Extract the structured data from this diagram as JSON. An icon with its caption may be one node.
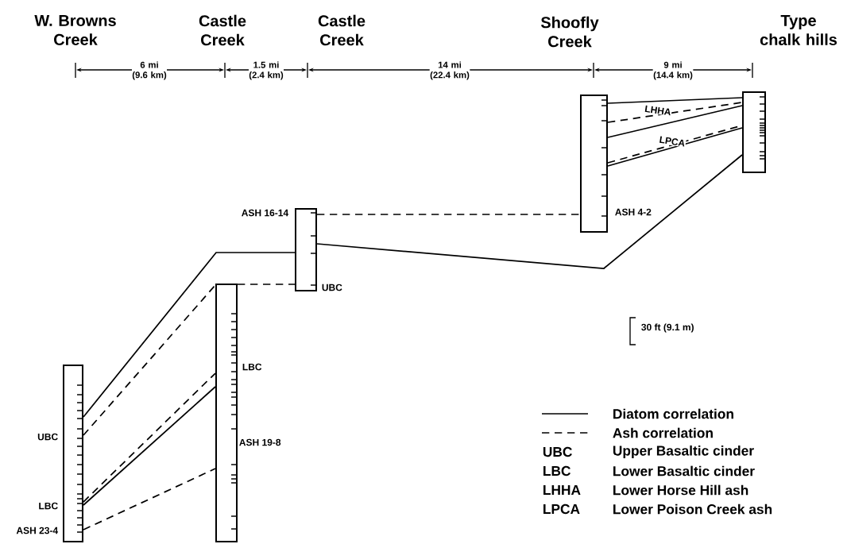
{
  "diagram": {
    "nodes": [
      {
        "text": [],
        "shape": "bar",
        "beside": [
          "UBC",
          "LBC",
          "ASH 23-4"
        ]
      },
      {
        "text": [],
        "shape": "bar",
        "beside": [
          "LBC",
          "ASH 19-8"
        ]
      },
      {
        "text": [],
        "shape": "bar",
        "beside": [
          "ASH 16-14",
          "UBC"
        ]
      },
      {
        "text": [],
        "shape": "bar",
        "beside": [
          "ASH 4-2"
        ]
      },
      {
        "text": [],
        "shape": "bar"
      }
    ],
    "edges": [
      {
        "from": 0,
        "to": 2,
        "arrow": "none"
      },
      {
        "from": 0,
        "to": 1,
        "arrow": "none",
        "style": "dashed"
      },
      {
        "from": 1,
        "to": 2,
        "arrow": "none",
        "style": "dashed"
      },
      {
        "from": 0,
        "to": 1,
        "arrow": "none",
        "style": "dashed"
      },
      {
        "from": 0,
        "to": 1,
        "arrow": "none"
      },
      {
        "from": 0,
        "to": 1,
        "arrow": "none",
        "style": "dashed"
      },
      {
        "from": 2,
        "to": 3,
        "arrow": "none",
        "style": "dashed"
      },
      {
        "from": 2,
        "to": 4,
        "arrow": "none"
      },
      {
        "from": 3,
        "to": 4,
        "arrow": "none"
      },
      {
        "from": 3,
        "to": 4,
        "arrow": "none",
        "style": "dashed",
        "label": "LHHA"
      },
      {
        "from": 3,
        "to": 4,
        "arrow": "none"
      },
      {
        "from": 3,
        "to": 4,
        "arrow": "none",
        "style": "dashed",
        "label": "LPCA"
      },
      {
        "from": 3,
        "to": 4,
        "arrow": "none"
      }
    ],
    "labels": [
      "W. Browns Creek",
      "Castle Creek",
      "Castle Creek",
      "Shoofly Creek",
      "Type chalk hills",
      "6 mi (9.6 km)",
      "1.5 mi (2.4 km)",
      "14 mi (22.4 km)",
      "9 mi (14.4 km)",
      "30 ft (9.1 m)",
      "UBC",
      "Upper Basaltic cinder",
      "LBC",
      "Lower Basaltic cinder",
      "LHHA",
      "Lower Horse Hill ash",
      "LPCA",
      "Lower Poison Creek ash"
    ],
    "legend": [
      {
        "text": "Diatom correlation"
      },
      {
        "text": "Ash correlation"
      }
    ]
  }
}
